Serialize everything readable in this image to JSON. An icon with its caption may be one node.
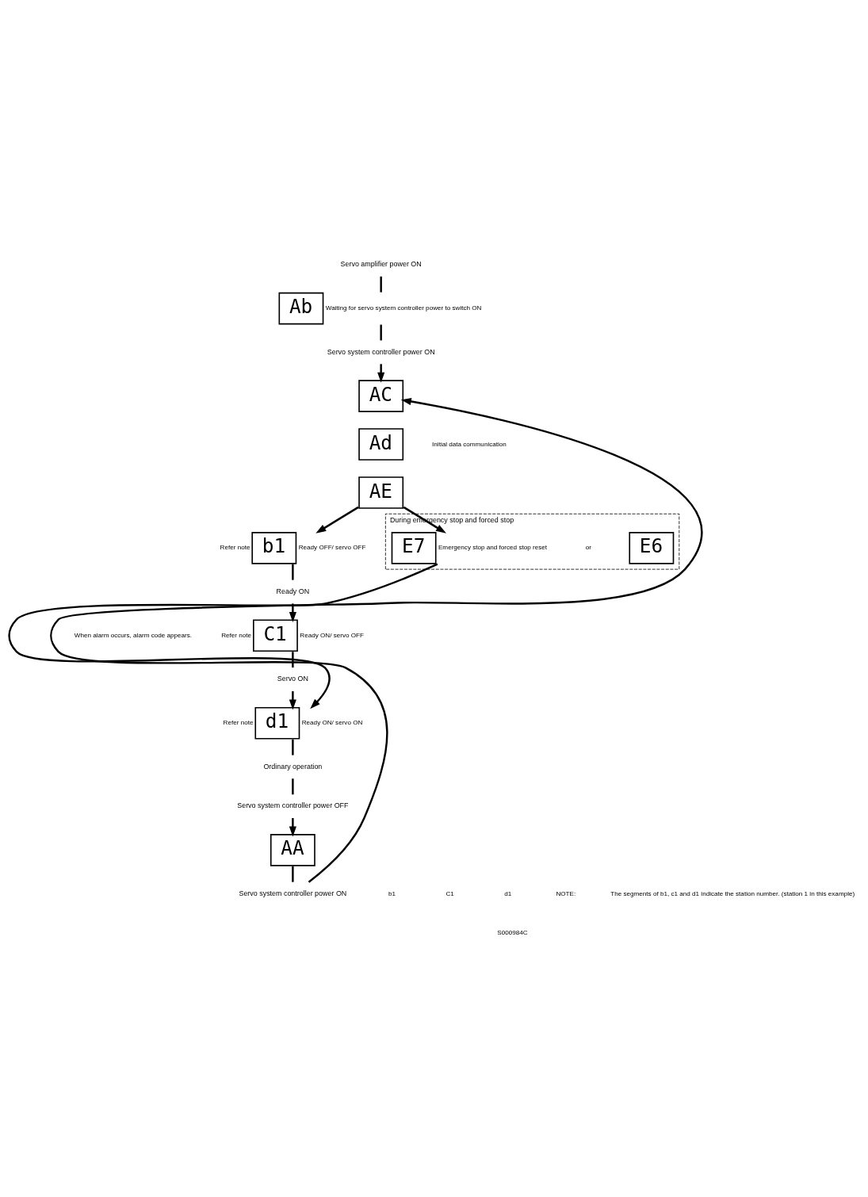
{
  "diagram": {
    "nodes": [
      {
        "text": [
          "Servo amplifier power ON"
        ]
      },
      {
        "text": [
          "Ab"
        ],
        "beside": [
          "Waiting for servo system controller power to switch ON"
        ]
      },
      {
        "text": [
          "Servo system controller power ON"
        ]
      },
      {
        "text": [
          "AC"
        ]
      },
      {
        "text": [
          "Ad"
        ]
      },
      {
        "text": [
          "AE"
        ]
      },
      {
        "text": [
          "b1"
        ],
        "beside": [
          "Refer note",
          "Ready OFF/ servo OFF"
        ]
      },
      {
        "text": [
          "Ready ON"
        ]
      },
      {
        "text": [
          "C1"
        ],
        "beside": [
          "Refer note",
          "Ready ON/ servo OFF"
        ]
      },
      {
        "text": [
          "Servo ON"
        ]
      },
      {
        "text": [
          "d1"
        ],
        "beside": [
          "Refer note",
          "Ready ON/ servo ON"
        ]
      },
      {
        "text": [
          "Ordinary operation"
        ]
      },
      {
        "text": [
          "Servo system controller power OFF"
        ]
      },
      {
        "text": [
          "AA"
        ]
      },
      {
        "text": [
          "Servo system controller power ON"
        ]
      },
      {
        "text": [
          "During emergency stop and forced stop"
        ]
      },
      {
        "text": [
          "E7"
        ],
        "in": 15,
        "beside": [
          "Emergency stop and forced stop reset"
        ]
      },
      {
        "text": [
          "E6"
        ],
        "in": 15
      }
    ],
    "edges": [
      {
        "from": 0,
        "to": 1,
        "arrow": "none"
      },
      {
        "from": 1,
        "to": 2,
        "arrow": "none"
      },
      {
        "from": 2,
        "to": 3,
        "arrow": "to"
      },
      {
        "from": 14,
        "to": 3,
        "arrow": "to"
      },
      {
        "from": 5,
        "to": 6,
        "arrow": "to"
      },
      {
        "from": 5,
        "to": 16,
        "arrow": "to"
      },
      {
        "from": 6,
        "to": 7,
        "arrow": "none"
      },
      {
        "from": 7,
        "to": 8,
        "arrow": "to"
      },
      {
        "from": 8,
        "to": 9,
        "arrow": "none"
      },
      {
        "from": 9,
        "to": 10,
        "arrow": "to"
      },
      {
        "from": 16,
        "to": 10,
        "arrow": "to"
      },
      {
        "from": 10,
        "to": 11,
        "arrow": "none"
      },
      {
        "from": 11,
        "to": 12,
        "arrow": "none"
      },
      {
        "from": 12,
        "to": 13,
        "arrow": "to"
      },
      {
        "from": 13,
        "to": 14,
        "arrow": "none"
      }
    ],
    "labels": [
      "Initial data communication",
      "or",
      "When alarm occurs, alarm code appears.",
      "b1",
      "C1",
      "d1",
      "NOTE:",
      "The segments of b1, c1 and d1 indicate the station number. (station 1 in this example)",
      "S000984C"
    ]
  }
}
